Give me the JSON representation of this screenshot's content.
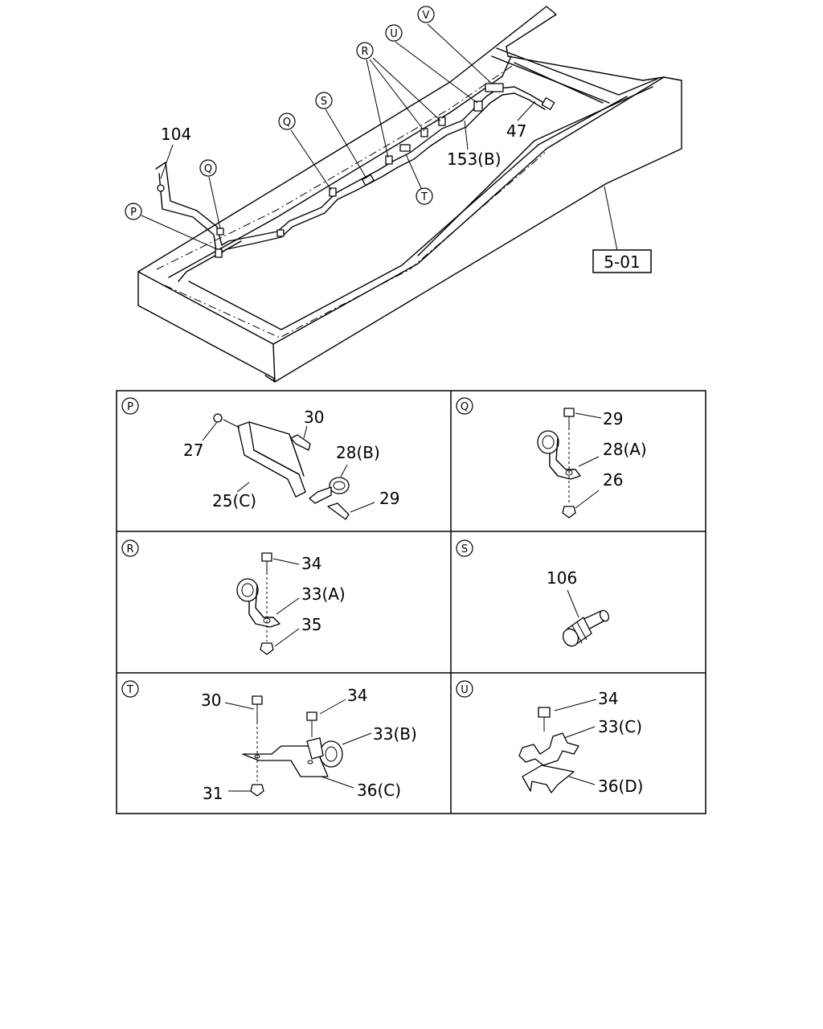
{
  "overview": {
    "callouts": [
      "P",
      "Q",
      "Q",
      "R",
      "S",
      "T",
      "U",
      "V"
    ],
    "part_labels": {
      "p104": "104",
      "p47": "47",
      "p153b": "153(B)",
      "ref": "5-01"
    }
  },
  "details": [
    {
      "id": "P",
      "labels": [
        "27",
        "30",
        "28(B)",
        "25(C)",
        "29"
      ]
    },
    {
      "id": "Q",
      "labels": [
        "29",
        "28(A)",
        "26"
      ]
    },
    {
      "id": "R",
      "labels": [
        "34",
        "33(A)",
        "35"
      ]
    },
    {
      "id": "S",
      "labels": [
        "106"
      ]
    },
    {
      "id": "T",
      "labels": [
        "30",
        "34",
        "33(B)",
        "36(C)",
        "31"
      ]
    },
    {
      "id": "U",
      "labels": [
        "34",
        "33(C)",
        "36(D)"
      ]
    }
  ]
}
